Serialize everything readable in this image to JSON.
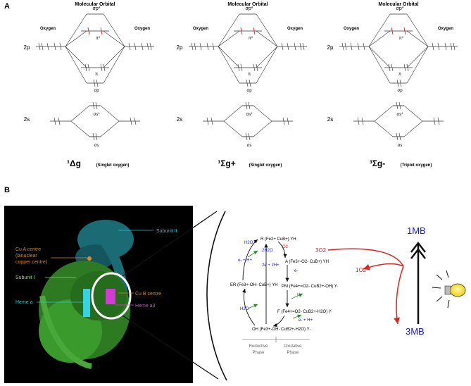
{
  "panel_a": {
    "label": "A",
    "diagrams": [
      {
        "title": "Molecular Orbital",
        "left_atom": "Oxygen",
        "right_atom": "Oxygen",
        "level_2p": "2p",
        "level_2s": "2s",
        "sigma_p_star": "σp*",
        "pi_star": "π*",
        "pi": "π",
        "sigma_p": "σp",
        "sigma_s_star": "σs*",
        "sigma_s": "σs",
        "state_symbol": "¹Δg",
        "state_name": "(Singlet oxygen)"
      },
      {
        "title": "Molecular Orbital",
        "left_atom": "Oxygen",
        "right_atom": "Oxygen",
        "level_2p": "2p",
        "level_2s": "2s",
        "sigma_p_star": "σp*",
        "pi_star": "π*",
        "pi": "π",
        "sigma_p": "σp",
        "sigma_s_star": "σs*",
        "sigma_s": "σs",
        "state_symbol": "¹Σg+",
        "state_name": "(Singlet oxygen)"
      },
      {
        "title": "Molecular Orbital",
        "left_atom": "Oxygen",
        "right_atom": "Oxygen",
        "level_2p": "2p",
        "level_2s": "2s",
        "sigma_p_star": "σp*",
        "pi_star": "π*",
        "pi": "π",
        "sigma_p": "σp",
        "sigma_s_star": "σs*",
        "sigma_s": "σs",
        "state_symbol": "³Σg-",
        "state_name": "(Triplet oxygen)"
      }
    ]
  },
  "panel_b": {
    "label": "B",
    "protein_labels": {
      "subunit_ii": "Subunit II",
      "cu_a": "Cu A centre (binuclear copper centre)",
      "subunit_i": "Subunit I",
      "cu_b": "Cu B centre",
      "heme_a": "Heme a",
      "heme_a3": "Heme a3"
    },
    "cycle": {
      "R": "R (Fe2+ CuB+) YH",
      "A": "A (Fe3+-O2- CuB+) YH",
      "Pm": "PM (Fe4+=O2- CuB2+-OH) Y·",
      "F": "F (Fe4+=O2- CuB2+-H2O) Y·",
      "Oh": "OH (Fe3+-OH- CuB2+-H2O) Y·",
      "Er": "ER (Fe3+-OH- CuB+) YH",
      "o2": "O2",
      "twoh2o": "2H2O",
      "two_e_two_h": "2e + 2H+",
      "h2o_top": "H2O",
      "h2o_bottom": "H2O",
      "e_h_left": "e- + H+",
      "e_h_right": "e- + H+",
      "e_minus": "e-",
      "h_plus": "H+",
      "reductive_phase": "Reductive Phase",
      "oxidative_phase": "Oxidative Phase"
    },
    "photosensitizer": {
      "singlet_mb": "1MB",
      "triplet_mb": "3MB",
      "triplet_o2": "3O2",
      "singlet_o2": "1O2"
    }
  }
}
